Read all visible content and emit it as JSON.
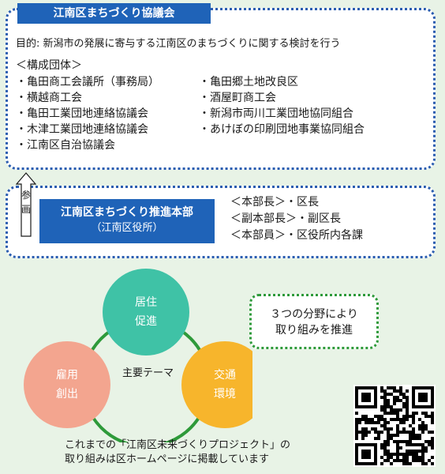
{
  "council": {
    "title": "江南区まちづくり協議会",
    "purpose": "目的: 新潟市の発展に寄与する江南区のまちづくりに関する検討を行う",
    "members_heading": "＜構成団体＞",
    "members_left": [
      "・亀田商工会議所（事務局）",
      "・横越商工会",
      "・亀田工業団地連絡協議会",
      "・木津工業団地連絡協議会",
      "・江南区自治協議会"
    ],
    "members_right": [
      "・亀田郷土地改良区",
      "・酒屋町商工会",
      "・新潟市両川工業団地協同組合",
      "・あけぼの印刷団地事業協同組合"
    ]
  },
  "participation": {
    "label_1": "参",
    "label_2": "画"
  },
  "hq": {
    "name": "江南区まちづくり推進本部",
    "sub": "（江南区役所）",
    "roles": [
      "＜本部長＞・区長",
      "＜副本部長＞・副区長",
      "＜本部員＞・区役所内各課"
    ]
  },
  "themes": {
    "center_label": "主要テーマ",
    "items": [
      {
        "line1": "居住",
        "line2": "促進",
        "color": "#3fc2a6"
      },
      {
        "line1": "雇用",
        "line2": "創出",
        "color": "#f3a58f"
      },
      {
        "line1": "交通",
        "line2": "環境",
        "color": "#f7b52c"
      }
    ]
  },
  "callout": {
    "line1": "３つの分野により",
    "line2": "取り組みを推進"
  },
  "notice": {
    "line1": "これまでの「江南区未来づくりプロジェクト」の",
    "line2": "取り組みは区ホームページに掲載しています"
  },
  "colors": {
    "blue": "#1f63b8",
    "green": "#2e9a3a",
    "background": "#e8f3e6"
  }
}
